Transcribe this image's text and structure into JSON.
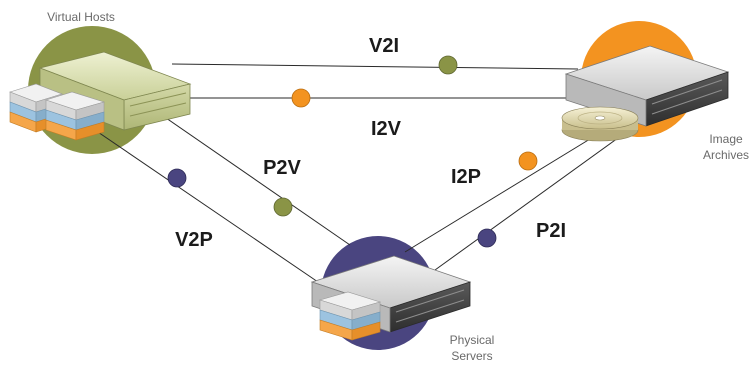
{
  "nodes": {
    "virtual_hosts": {
      "label": "Virtual Hosts",
      "circle_color": "#8a9446"
    },
    "image_archives": {
      "label_line1": "Image",
      "label_line2": "Archives",
      "circle_color": "#f39320"
    },
    "physical_servers": {
      "label_line1": "Physical",
      "label_line2": "Servers",
      "circle_color": "#4a4580"
    }
  },
  "edges": {
    "v2i": {
      "label": "V2I",
      "marker_color": "#8a9446"
    },
    "i2v": {
      "label": "I2V",
      "marker_color": "#f39320"
    },
    "p2v": {
      "label": "P2V",
      "marker_color": "#8a9446"
    },
    "v2p": {
      "label": "V2P",
      "marker_color": "#4a4580"
    },
    "i2p": {
      "label": "I2P",
      "marker_color": "#f39320"
    },
    "p2i": {
      "label": "P2I",
      "marker_color": "#4a4580"
    }
  },
  "icons": [
    "server-icon",
    "disk-stack-icon",
    "storage-disc-icon"
  ]
}
